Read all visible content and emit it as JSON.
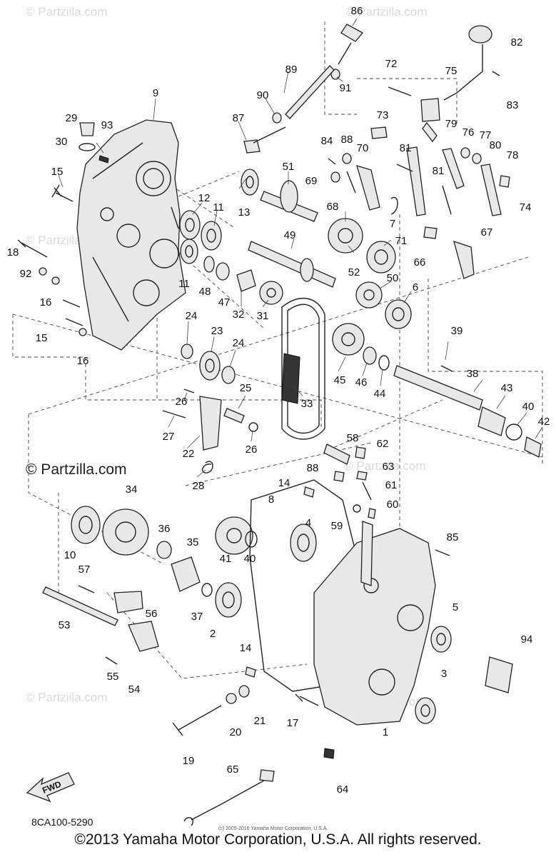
{
  "watermarks": [
    "© Partzilla.com"
  ],
  "big_watermark": "© Partzilla.com",
  "callouts": [
    "1",
    "2",
    "3",
    "4",
    "5",
    "6",
    "7",
    "8",
    "9",
    "10",
    "11",
    "11",
    "12",
    "13",
    "14",
    "14",
    "15",
    "15",
    "16",
    "16",
    "17",
    "18",
    "19",
    "20",
    "21",
    "22",
    "23",
    "24",
    "24",
    "25",
    "26",
    "26",
    "27",
    "28",
    "29",
    "30",
    "31",
    "32",
    "33",
    "34",
    "35",
    "36",
    "37",
    "38",
    "39",
    "40",
    "40",
    "41",
    "42",
    "43",
    "44",
    "45",
    "46",
    "47",
    "48",
    "49",
    "50",
    "51",
    "52",
    "53",
    "54",
    "55",
    "56",
    "57",
    "58",
    "59",
    "60",
    "61",
    "62",
    "63",
    "64",
    "65",
    "66",
    "67",
    "68",
    "69",
    "70",
    "71",
    "72",
    "73",
    "74",
    "75",
    "76",
    "77",
    "78",
    "79",
    "80",
    "81",
    "81",
    "82",
    "83",
    "84",
    "85",
    "86",
    "87",
    "88",
    "88",
    "89",
    "90",
    "91",
    "92",
    "93",
    "94"
  ],
  "fwd_label": "FWD",
  "diagram_code": "8CA100-5290",
  "small_copyright": "(c) 2005-2016 Yamaha Motor Corporation, U.S.A.",
  "copyright": "©2013 Yamaha Motor Corporation, U.S.A. All rights reserved."
}
